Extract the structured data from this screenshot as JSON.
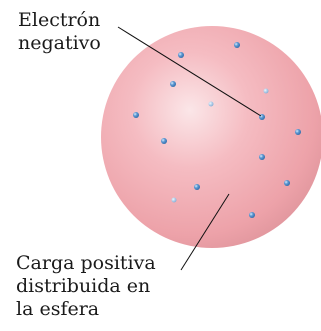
{
  "labels": {
    "electron": [
      "Electrón",
      "negativo"
    ],
    "positive_charge": [
      "Carga positiva",
      "distribuida en",
      "la esfera"
    ]
  },
  "colors": {
    "sphere_highlight": "#fbe4e6",
    "sphere_mid": "#f2a9b0",
    "sphere_edge": "#d98e95",
    "electron_core": "#4a86c7",
    "electron_glow": "#b8d6f2",
    "leader_line": "#111111"
  }
}
